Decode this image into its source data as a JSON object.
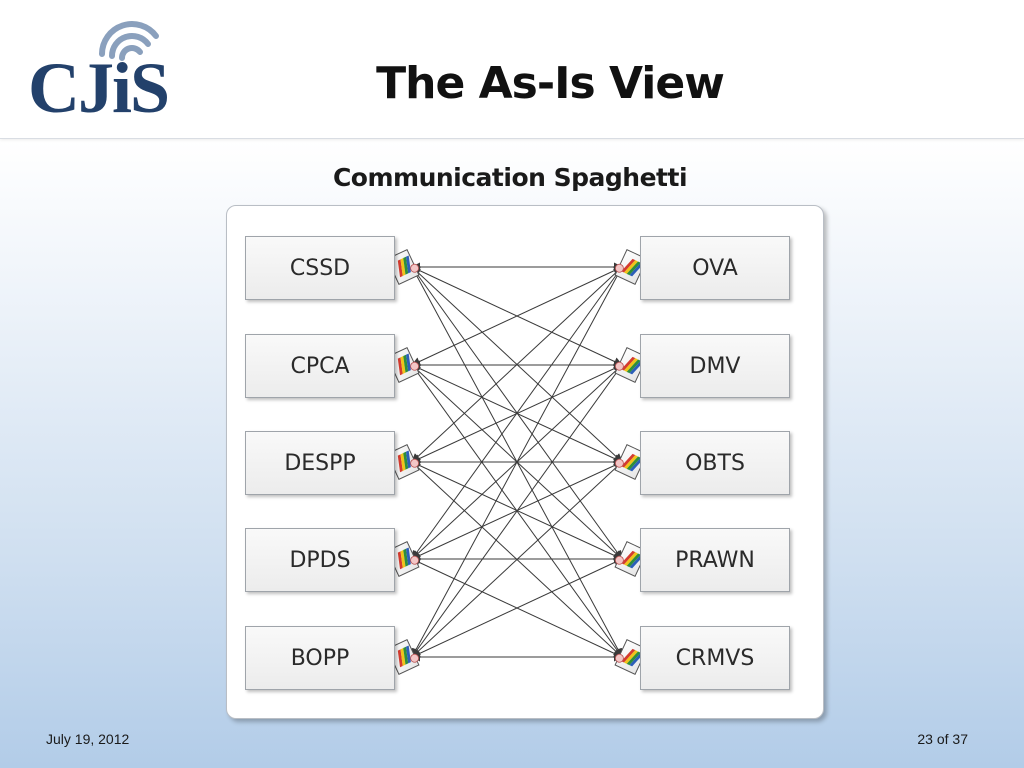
{
  "header": {
    "logo_text": "CJiS",
    "title": "The As-Is View"
  },
  "diagram": {
    "subtitle": "Communication Spaghetti",
    "left_nodes": [
      "CSSD",
      "CPCA",
      "DESPP",
      "DPDS",
      "BOPP"
    ],
    "right_nodes": [
      "OVA",
      "DMV",
      "OBTS",
      "PRAWN",
      "CRMVS"
    ],
    "connections": "all-to-all"
  },
  "footer": {
    "date": "July 19, 2012",
    "page": "23 of 37"
  },
  "colors": {
    "logo_blue": "#23416b",
    "logo_waves": "#8aa0bd",
    "node_border": "#9fa4aa",
    "arrow": "#3a3a3a"
  },
  "icons": [
    "wifi-waves-icon",
    "document-chart-icon"
  ]
}
